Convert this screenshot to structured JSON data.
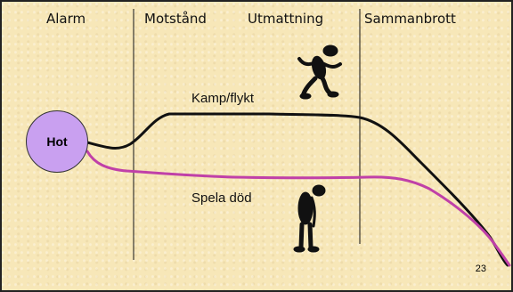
{
  "phases": {
    "alarm": "Alarm",
    "resistance": "Motstånd",
    "exhaustion": "Utmattning",
    "collapse": "Sammanbrott"
  },
  "labels": {
    "fight_flight": "Kamp/flykt",
    "play_dead": "Spela död",
    "threat": "Hot"
  },
  "colors": {
    "background": "#f7e7b8",
    "threat_fill": "#c9a0f0",
    "fight_flight_line": "#111111",
    "play_dead_line": "#c040a8"
  },
  "icons": {
    "running_figure": "running-figure-icon",
    "slumped_figure": "slumped-figure-icon"
  },
  "page_number": "23"
}
